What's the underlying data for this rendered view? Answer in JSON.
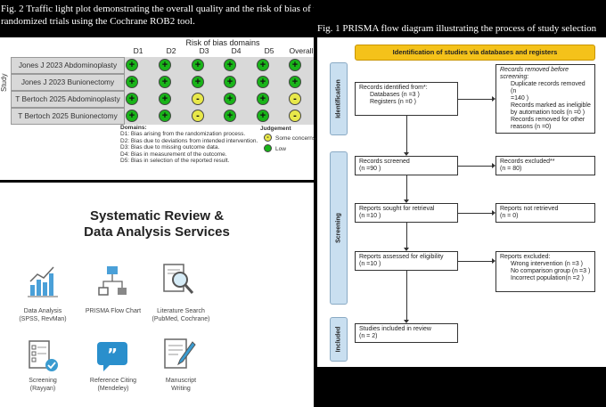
{
  "left_caption": {
    "line1": "Fig. 2 Traffic light plot demonstrating the overall quality and the risk of bias of the included",
    "line2": "randomized trials using the Cochrane ROB2 tool."
  },
  "right_caption": "Fig. 1 PRISMA flow diagram illustrating the process of study selection",
  "rob": {
    "title": "Risk of bias domains",
    "columns": [
      "D1",
      "D2",
      "D3",
      "D4",
      "D5",
      "Overall"
    ],
    "study_label": "Study",
    "rows": [
      {
        "name": "Jones J 2023 Abdominoplasty",
        "judgements": [
          "+",
          "+",
          "+",
          "+",
          "+",
          "+"
        ]
      },
      {
        "name": "Jones J 2023 Bunionectomy",
        "judgements": [
          "+",
          "+",
          "+",
          "+",
          "+",
          "+"
        ]
      },
      {
        "name": "T Bertoch 2025 Abdominoplasty",
        "judgements": [
          "+",
          "+",
          "-",
          "+",
          "+",
          "-"
        ]
      },
      {
        "name": "T Bertoch 2025 Bunionectomy",
        "judgements": [
          "+",
          "+",
          "-",
          "+",
          "+",
          "-"
        ]
      }
    ],
    "domains_title": "Domains:",
    "domains": [
      "D1: Bias arising from the randomization process.",
      "D2: Bias due to deviations from intended intervention.",
      "D3: Bias due to missing outcome data.",
      "D4: Bias in measurement of the outcome.",
      "D5: Bias in selection of the reported result."
    ],
    "judgement_title": "Judgement",
    "judgement_some": "Some concerns",
    "judgement_low": "Low",
    "colors": {
      "low": "#19b419",
      "some": "#e8e84a"
    }
  },
  "services": {
    "title_line1": "Systematic Review &",
    "title_line2": "Data Analysis Services",
    "items": [
      {
        "label1": "Data Analysis",
        "label2": "(SPSS, RevMan)",
        "icon": "bar-chart-icon"
      },
      {
        "label1": "PRISMA Flow Chart",
        "label2": "",
        "icon": "flow-chart-icon"
      },
      {
        "label1": "Literature Search",
        "label2": "(PubMed, Cochrane)",
        "icon": "magnifier-document-icon"
      },
      {
        "label1": "Screening",
        "label2": "(Rayyan)",
        "icon": "checklist-icon"
      },
      {
        "label1": "Reference Citing",
        "label2": "(Mendeley)",
        "icon": "quote-bubble-icon"
      },
      {
        "label1": "Manuscript",
        "label2": "Writing",
        "icon": "document-pen-icon"
      }
    ]
  },
  "prisma": {
    "header": "Identification of studies via databases and registers",
    "stages": [
      "Identification",
      "Screening",
      "Included"
    ],
    "identified": {
      "l1": "Records identified from*:",
      "l2": "Databases (n =3 )",
      "l3": "Registers (n =0 )"
    },
    "removed": {
      "l1": "Records removed before",
      "l2": "screening:",
      "l3": "Duplicate records removed  (n",
      "l4": "=140 )",
      "l5": "Records marked as ineligible",
      "l6": "by automation tools (n =0 )",
      "l7": "Records removed for other",
      "l8": "reasons (n =0)"
    },
    "screened": {
      "l1": "Records screened",
      "l2": "(n =90 )"
    },
    "excluded": {
      "l1": "Records excluded**",
      "l2": "(n = 80)"
    },
    "sought": {
      "l1": "Reports sought for retrieval",
      "l2": "(n =10 )"
    },
    "not_retrieved": {
      "l1": "Reports not retrieved",
      "l2": "(n = 0)"
    },
    "assessed": {
      "l1": "Reports assessed for eligibility",
      "l2": "(n =10 )"
    },
    "reports_excluded": {
      "l1": "Reports excluded:",
      "l2": "Wrong intervention (n =3 )",
      "l3": "No comparison group (n =3 )",
      "l4": "Incorrect population(n =2 )"
    },
    "included": {
      "l1": "Studies included in review",
      "l2": "(n = 2)"
    }
  }
}
